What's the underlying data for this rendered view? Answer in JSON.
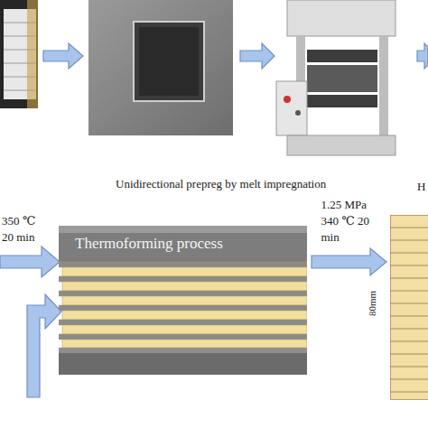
{
  "diagram": {
    "nodes": [
      {
        "text": [
          "Unidirectional prepreg by melt impregnation"
        ]
      },
      {
        "text": [
          "Thermoforming process"
        ]
      },
      {
        "text": [
          "80mm"
        ]
      }
    ],
    "edges": [
      {
        "from": 1,
        "to": 2,
        "arrow": "to",
        "label": "1.25 MPa 340 ℃ 20 min"
      }
    ],
    "labels": [
      "350 ℃ 20 min",
      "H"
    ]
  }
}
